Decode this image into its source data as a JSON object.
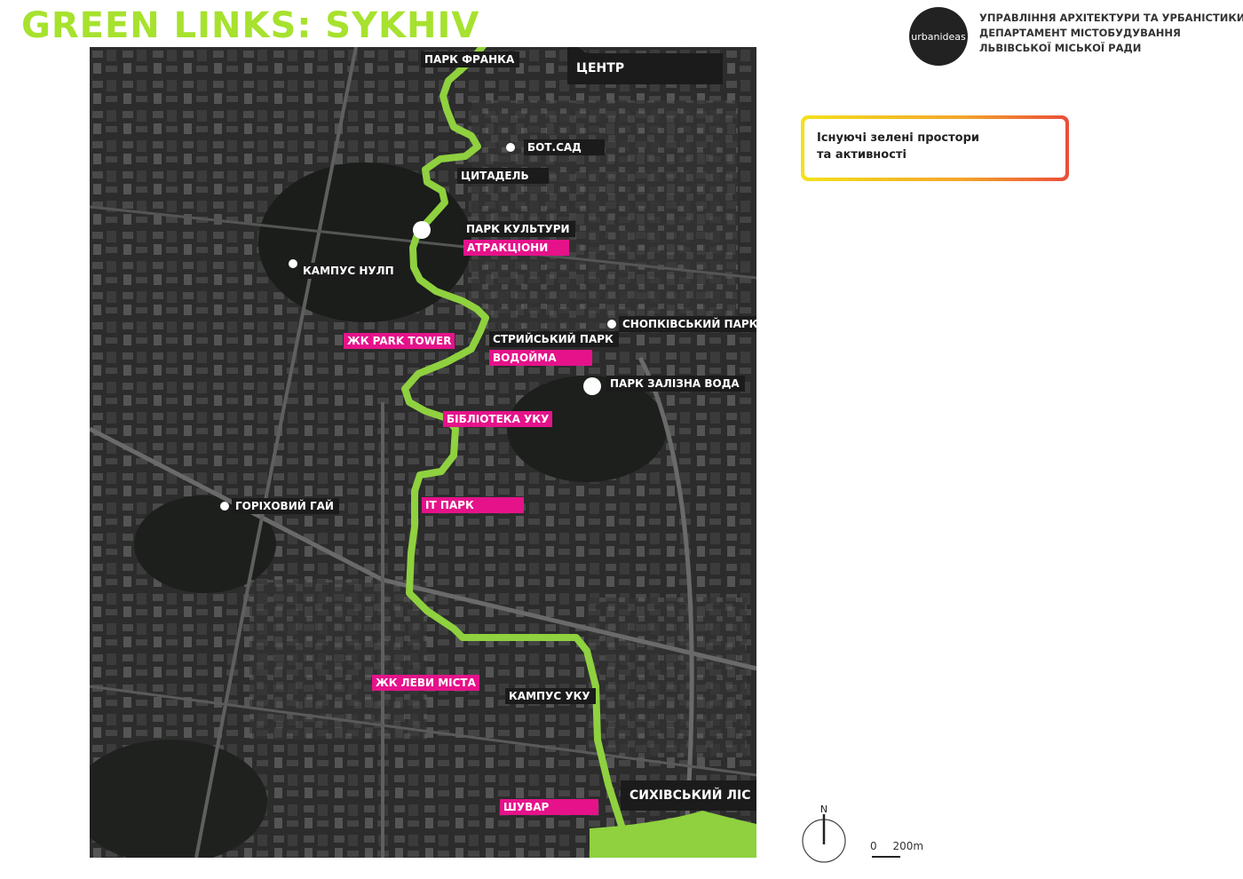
{
  "title": "GREEN LINKS: SYKHIV",
  "logo_text": "urbanideas",
  "organization": [
    "УПРАВЛІННЯ АРХІТЕКТУРИ ТА УРБАНІСТИКИ",
    "ДЕПАРТАМЕНТ МІСТОБУДУВАННЯ",
    "ЛЬВІВСЬКОЇ МІСЬКОЇ РАДИ"
  ],
  "legend": {
    "line1": "Існуючі зелені простори",
    "line2": "та активності"
  },
  "map_labels": {
    "park_franka": "ПАРК ФРАНКА",
    "center": "ЦЕНТР",
    "bot_sad": "БОТ.САД",
    "citadel": "ЦИТАДЕЛЬ",
    "park_kultury": "ПАРК КУЛЬТУРИ",
    "atrakcioni": "АТРАКЦІОНИ",
    "kampus_nulp": "КАМПУС НУЛП",
    "snopkivskyi": "СНОПКІВСЬКИЙ ПАРК",
    "zhk_park_tower": "ЖК PARK TOWER",
    "stryiskyi": "СТРИЙСЬКИЙ ПАРК",
    "vodoima": "ВОДОЙМА",
    "zalizna_voda": "ПАРК ЗАЛІЗНА ВОДА",
    "biblioteka_uku": "БІБЛІОТЕКА УКУ",
    "horikhovyi_hai": "ГОРІХОВИЙ ГАЙ",
    "it_park": "IT ПАРК",
    "zhk_levy": "ЖК ЛЕВИ МІСТА",
    "kampus_uku": "КАМПУС УКУ",
    "sykhivskyi_lis": "СИХІВСЬКИЙ ЛІС",
    "shuvar": "ШУВАР"
  },
  "compass_label": "N",
  "scale": {
    "zero": "0",
    "distance": "200m"
  },
  "colors": {
    "route": "#8fd13f",
    "accent_title": "#a6e22e",
    "pink_tag": "#e5128a",
    "legend_gradient": [
      "#f2e21c",
      "#f4a52a",
      "#ea4d3a"
    ]
  }
}
